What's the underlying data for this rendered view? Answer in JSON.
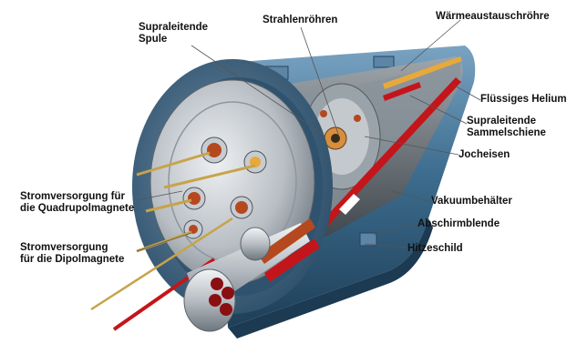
{
  "labels": {
    "supra_spule": [
      "Supraleitende",
      "Spule"
    ],
    "strahlenroehren": "Strahlenröhren",
    "waermeaustauschroehre": "Wärmeaustauschröhre",
    "fluessiges_helium": "Flüssiges Helium",
    "supra_sammelschiene": [
      "Supraleitende",
      "Sammelschiene"
    ],
    "jocheisen": "Jocheisen",
    "vakuumbehaelter": "Vakuumbehälter",
    "abschirmblende": "Abschirmblende",
    "hitzeschild": "Hitzeschild",
    "strom_quadrupol": [
      "Stromversorgung für",
      "die Quadrupolmagnete"
    ],
    "strom_dipol": [
      "Stromversorgung",
      "für die Dipolmagnete"
    ]
  },
  "colors": {
    "vessel_blue": "#3d6d8f",
    "steel_light": "#c8cdd2",
    "steel_dark": "#6d7680",
    "copper": "#b5481f",
    "red_cable": "#c4151a",
    "gold_rod": "#c7a34a",
    "leader_line": "#555555"
  }
}
